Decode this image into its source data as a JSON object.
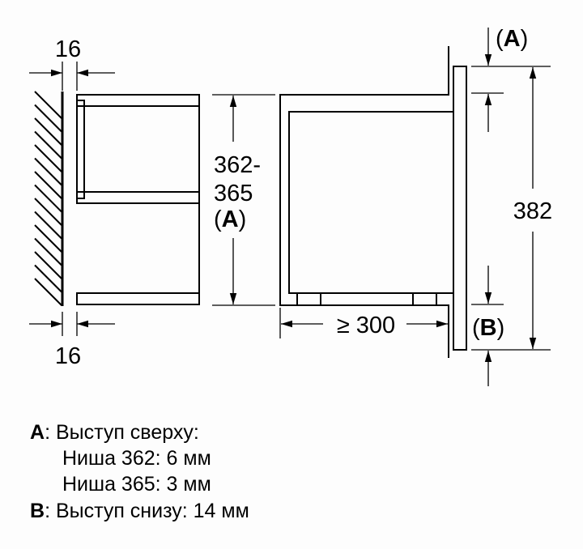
{
  "dimensions": {
    "wall_gap_top": "16",
    "wall_gap_bottom": "16",
    "niche_height_line1": "362-",
    "niche_height_line2": "365",
    "niche_height_note_open": "(",
    "niche_height_note_key": "A",
    "niche_height_note_close": ")",
    "depth": "≥ 300",
    "total_height": "382",
    "top_marker_open": "(",
    "top_marker_key": "A",
    "top_marker_close": ")",
    "bottom_marker_open": "(",
    "bottom_marker_key": "B",
    "bottom_marker_close": ")"
  },
  "legend": [
    {
      "key": "A",
      "text": ": Выступ сверху:"
    },
    {
      "key": "",
      "text": "Ниша 362: 6 мм"
    },
    {
      "key": "",
      "text": "Ниша 365: 3 мм"
    },
    {
      "key": "B",
      "text": ": Выступ снизу: 14 мм"
    }
  ]
}
